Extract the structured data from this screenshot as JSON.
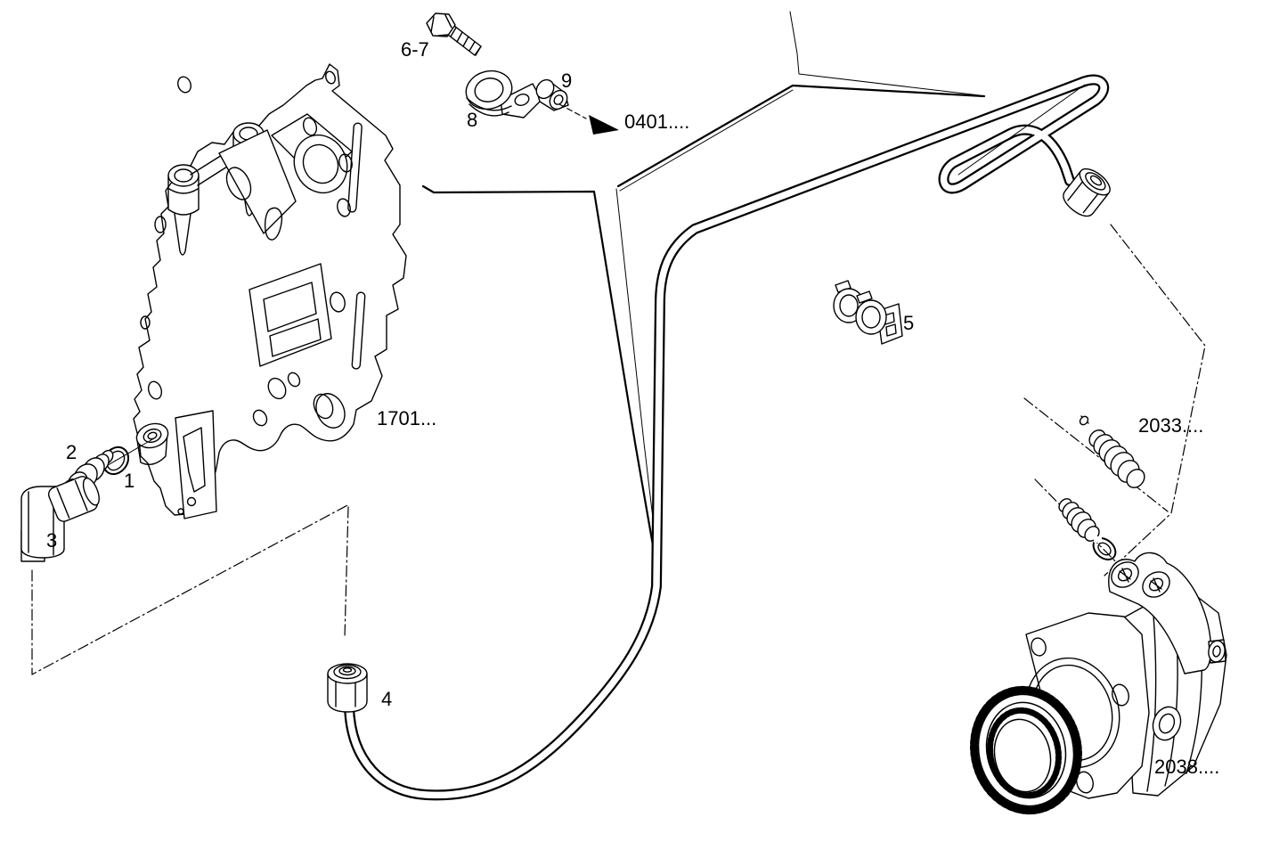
{
  "page": {
    "background": "#ffffff",
    "line_color": "#000000",
    "type": "exploded-parts-diagram"
  },
  "labels": {
    "p1": "1",
    "p2": "2",
    "p3": "3",
    "p4": "4",
    "p5": "5",
    "p6_7": "6-7",
    "p8": "8",
    "p9": "9",
    "ref_0401": "0401....",
    "ref_1701": "1701...",
    "ref_2033": "2033....",
    "ref_2038": "2038...."
  }
}
